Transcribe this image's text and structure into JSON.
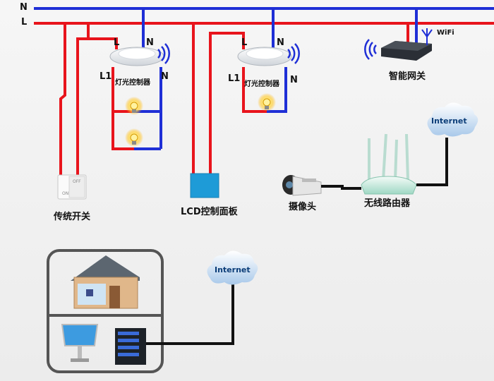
{
  "bus": {
    "neutral_label": "N",
    "live_label": "L",
    "colors": {
      "neutral": "#1f2fd6",
      "live": "#e8141c",
      "data": "#111111"
    }
  },
  "controller_1": {
    "label": "灯光控制器",
    "top_left": "L",
    "top_right": "N",
    "bottom_left": "L1",
    "bottom_right": "N",
    "lamps": 2
  },
  "controller_2": {
    "label": "灯光控制器",
    "top_left": "L",
    "top_right": "N",
    "bottom_left": "L1",
    "bottom_right": "N",
    "lamps": 1
  },
  "gateway": {
    "label": "智能网关",
    "wifi_label": "WiFi"
  },
  "switch": {
    "label": "传统开关",
    "on_text": "ON",
    "off_text": "OFF"
  },
  "lcd_panel": {
    "label": "LCD控制面板",
    "color": "#1e9bd7"
  },
  "camera": {
    "label": "摄像头"
  },
  "router": {
    "label": "无线路由器"
  },
  "cloud_top": {
    "label": "Internet"
  },
  "cloud_bottom": {
    "label": "Internet"
  }
}
